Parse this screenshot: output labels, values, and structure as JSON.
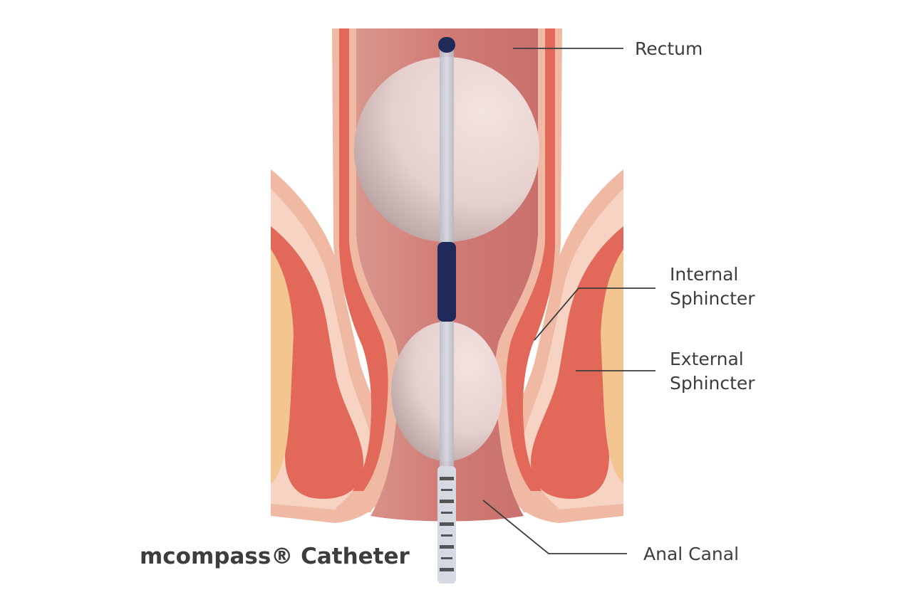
{
  "labels": {
    "rectum": "Rectum",
    "internal_line1": "Internal",
    "internal_line2": "Sphincter",
    "external_line1": "External",
    "external_line2": "Sphincter",
    "anal_canal": "Anal Canal",
    "catheter": "mcompass® Catheter"
  },
  "colors": {
    "rectum_lumen": "#d98c84",
    "rectum_wall": "#c9736c",
    "tissue_light": "#f6d3c3",
    "tissue_mid": "#efb9a3",
    "muscle_red": "#e2685a",
    "fat_yellow": "#f3c691",
    "balloon": "#e9d4d2",
    "catheter_dark": "#1f2a5a",
    "catheter_tube": "#c3c8d4",
    "text": "#3d3d3d"
  }
}
